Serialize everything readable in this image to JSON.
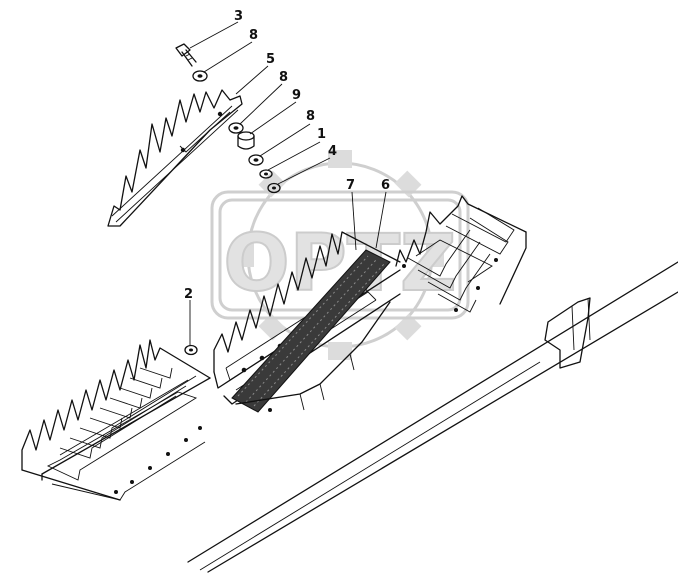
{
  "diagram": {
    "callouts": [
      {
        "id": "c-3a",
        "label": "3"
      },
      {
        "id": "c-8a",
        "label": "8"
      },
      {
        "id": "c-5",
        "label": "5"
      },
      {
        "id": "c-8b",
        "label": "8"
      },
      {
        "id": "c-9",
        "label": "9"
      },
      {
        "id": "c-8c",
        "label": "8"
      },
      {
        "id": "c-1",
        "label": "1"
      },
      {
        "id": "c-4",
        "label": "4"
      },
      {
        "id": "c-7",
        "label": "7"
      },
      {
        "id": "c-6",
        "label": "6"
      },
      {
        "id": "c-2",
        "label": "2"
      }
    ],
    "watermark_text": "OPTZ"
  },
  "colors": {
    "line": "#111111",
    "watermark": "#cfcfcf",
    "background": "#ffffff"
  }
}
